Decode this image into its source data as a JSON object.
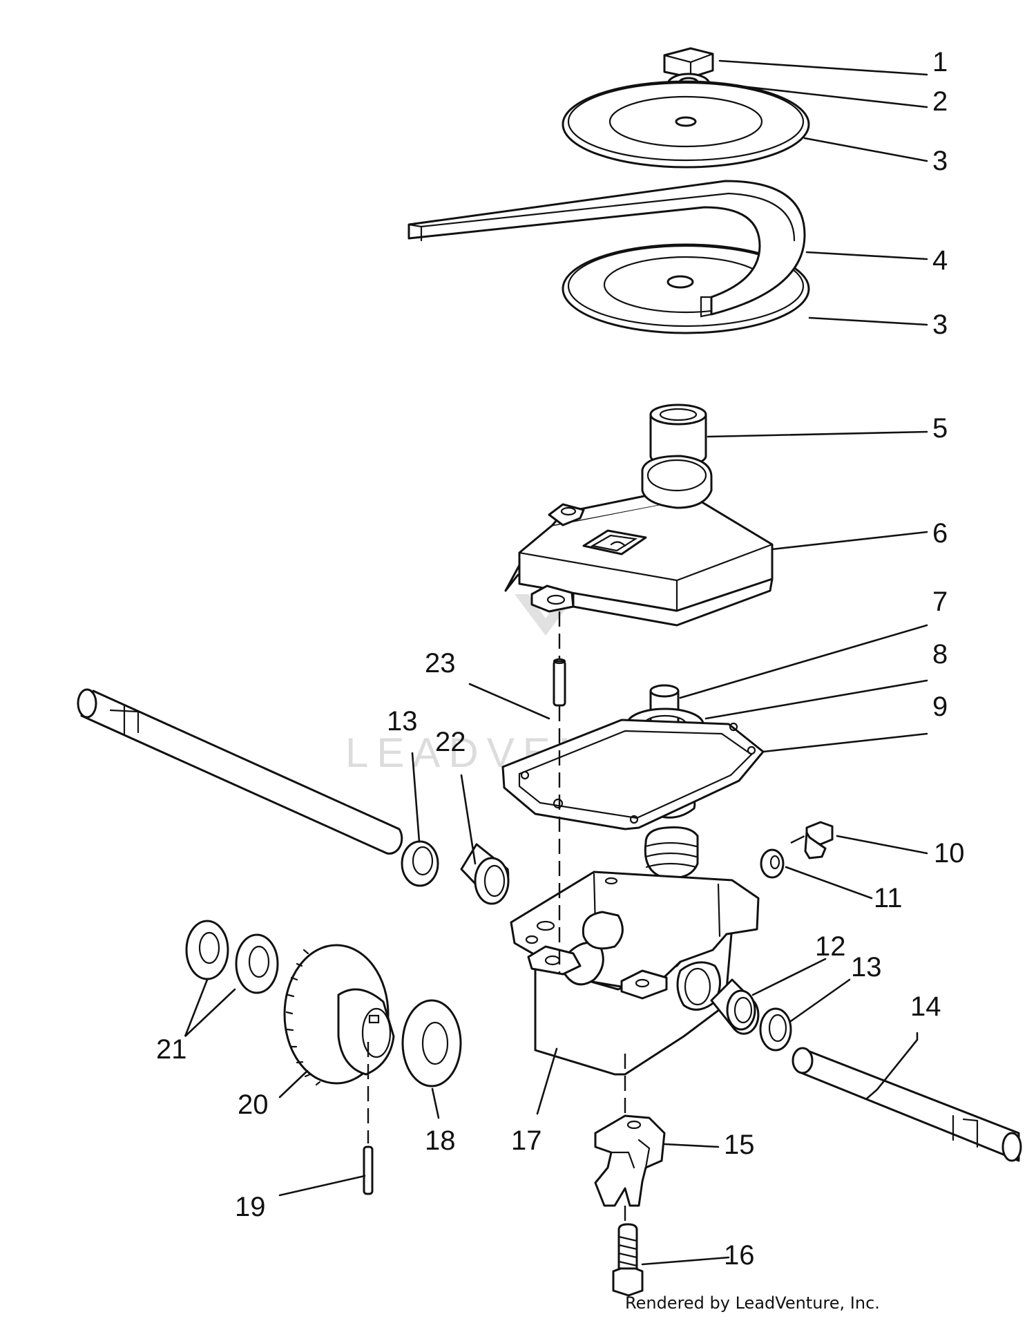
{
  "callouts": [
    {
      "id": "c1",
      "label": "1"
    },
    {
      "id": "c2",
      "label": "2"
    },
    {
      "id": "c3a",
      "label": "3"
    },
    {
      "id": "c4",
      "label": "4"
    },
    {
      "id": "c3b",
      "label": "3"
    },
    {
      "id": "c5",
      "label": "5"
    },
    {
      "id": "c6",
      "label": "6"
    },
    {
      "id": "c7",
      "label": "7"
    },
    {
      "id": "c8",
      "label": "8"
    },
    {
      "id": "c9",
      "label": "9"
    },
    {
      "id": "c10",
      "label": "10"
    },
    {
      "id": "c11",
      "label": "11"
    },
    {
      "id": "c12",
      "label": "12"
    },
    {
      "id": "c13a",
      "label": "13"
    },
    {
      "id": "c13b",
      "label": "13"
    },
    {
      "id": "c14",
      "label": "14"
    },
    {
      "id": "c15",
      "label": "15"
    },
    {
      "id": "c16",
      "label": "16"
    },
    {
      "id": "c17",
      "label": "17"
    },
    {
      "id": "c18",
      "label": "18"
    },
    {
      "id": "c19",
      "label": "19"
    },
    {
      "id": "c20",
      "label": "20"
    },
    {
      "id": "c21",
      "label": "21"
    },
    {
      "id": "c22",
      "label": "22"
    },
    {
      "id": "c23",
      "label": "23"
    }
  ],
  "watermark": "LEADVENTURE",
  "credit": "Rendered by LeadVenture, Inc."
}
